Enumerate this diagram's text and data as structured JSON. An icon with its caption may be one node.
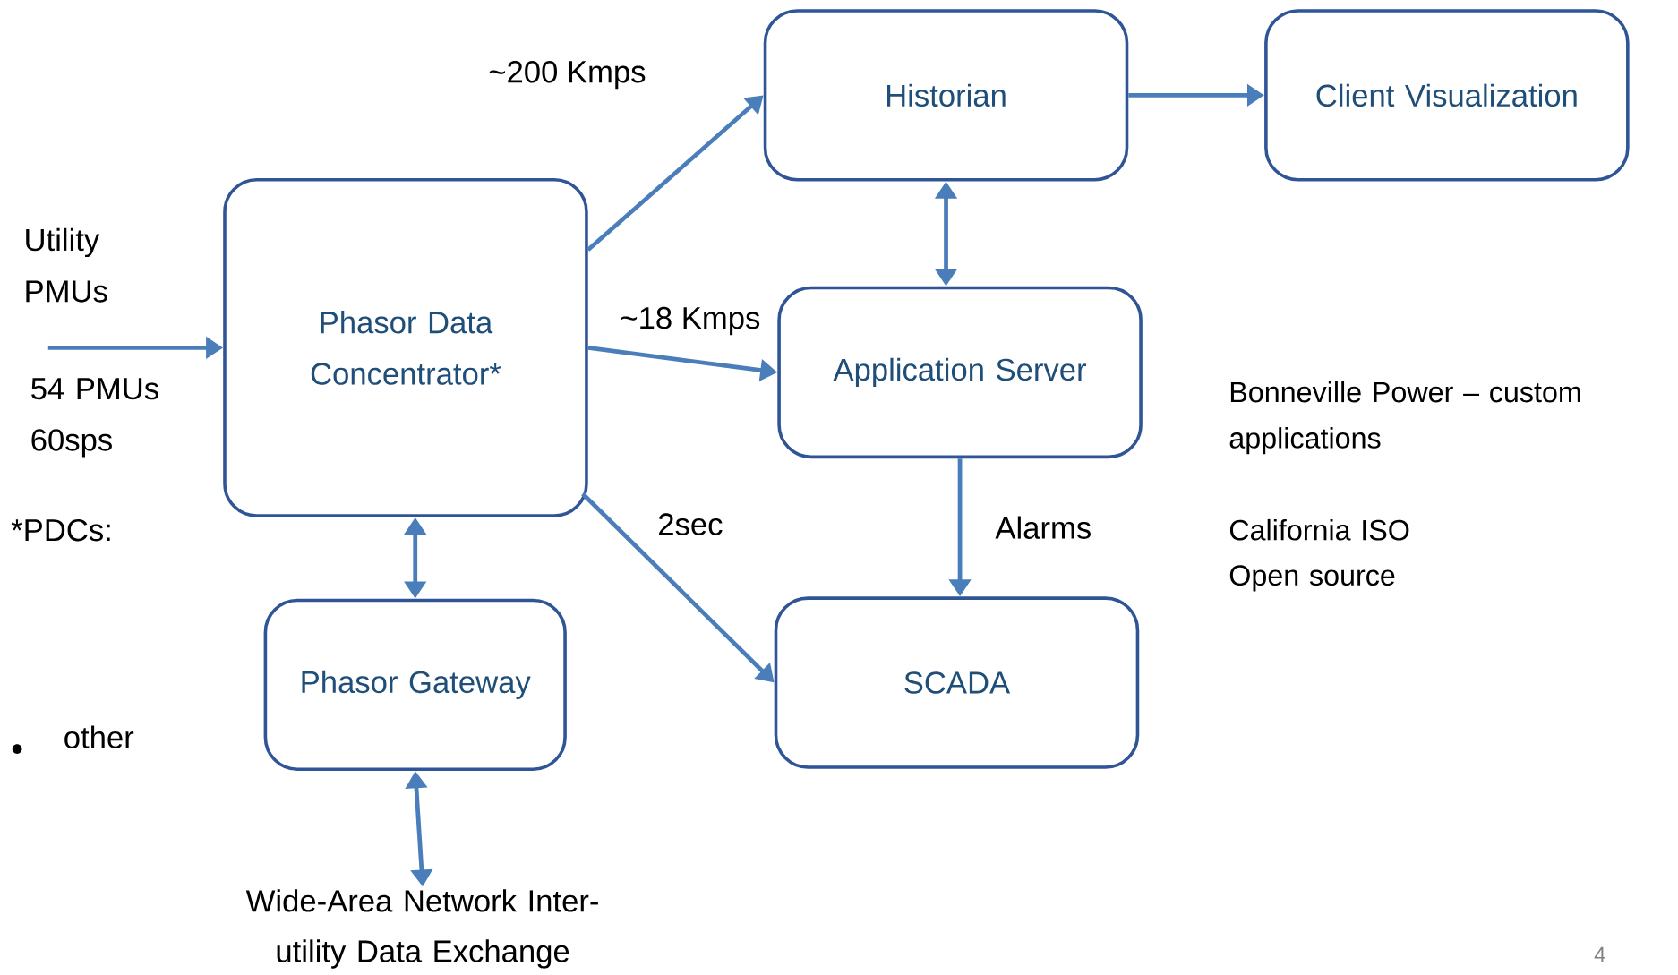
{
  "diagram": {
    "nodes": [
      {
        "text": [
          "Phasor Data Concentrator*"
        ]
      },
      {
        "text": [
          "Historian"
        ]
      },
      {
        "text": [
          "Client Visualization"
        ]
      },
      {
        "text": [
          "Application Server"
        ]
      },
      {
        "text": [
          "SCADA"
        ]
      },
      {
        "text": [
          "Phasor Gateway"
        ]
      },
      {
        "text": [
          "Wide-Area Network Inter-utility Data Exchange"
        ]
      }
    ],
    "edges": [
      {
        "from": 0,
        "to": 1,
        "arrow": "to",
        "label": "~200 Kmps"
      },
      {
        "from": 1,
        "to": 2,
        "arrow": "to"
      },
      {
        "from": 1,
        "to": 3,
        "arrow": "both"
      },
      {
        "from": 0,
        "to": 3,
        "arrow": "to",
        "label": "~18 Kmps"
      },
      {
        "from": 3,
        "to": 4,
        "arrow": "to",
        "label": "Alarms"
      },
      {
        "from": 0,
        "to": 4,
        "arrow": "to",
        "label": "2sec"
      },
      {
        "from": 0,
        "to": 5,
        "arrow": "both"
      },
      {
        "from": 5,
        "to": 6,
        "arrow": "both"
      },
      {
        "from": null,
        "to": 0,
        "arrow": "to"
      }
    ],
    "labels": [
      "Utility PMUs",
      "54 PMUs 60sps",
      "*PDCs:",
      "other",
      "Bonneville Power – custom applications",
      "California ISO",
      "Open source",
      "4"
    ]
  }
}
